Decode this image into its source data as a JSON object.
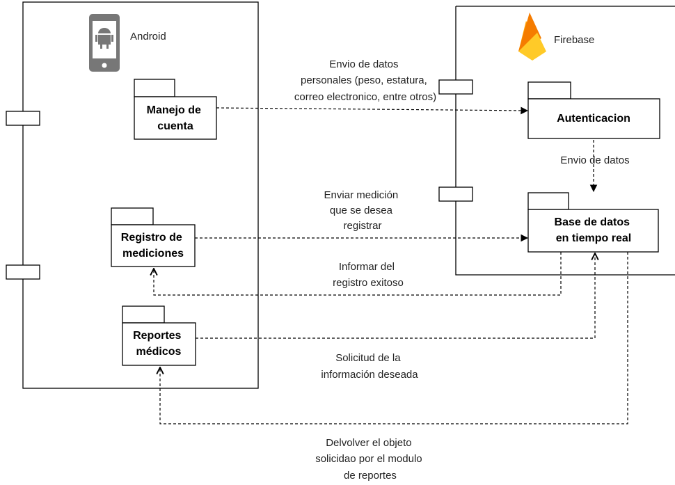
{
  "components": {
    "android": {
      "label": "Android"
    },
    "firebase": {
      "label": "Firebase"
    }
  },
  "packages": {
    "manejo": [
      "Manejo de",
      "cuenta"
    ],
    "registro": [
      "Registro de",
      "mediciones"
    ],
    "reportes": [
      "Reportes",
      "médicos"
    ],
    "autenticacion": [
      "Autenticacion"
    ],
    "basedatos": [
      "Base de datos",
      "en tiempo real"
    ]
  },
  "messages": {
    "envio_personales": [
      "Envio de datos",
      "personales (peso, estatura,",
      "correo electronico, entre otros)"
    ],
    "envio_datos": [
      "Envio de datos"
    ],
    "enviar_medicion": [
      "Enviar medición",
      "que se desea",
      "registrar"
    ],
    "informar": [
      "Informar del",
      "registro exitoso"
    ],
    "solicitud": [
      "Solicitud de la",
      "información deseada"
    ],
    "devolver": [
      "Delvolver el objeto",
      "solicidao por el modulo",
      "de reportes"
    ]
  },
  "icons": {
    "android": "android-phone-icon",
    "firebase": "firebase-flame-icon"
  },
  "colors": {
    "android_icon": "#777777",
    "firebase_dark": "#F57C00",
    "firebase_mid": "#FFA000",
    "firebase_light": "#FFCA28"
  }
}
